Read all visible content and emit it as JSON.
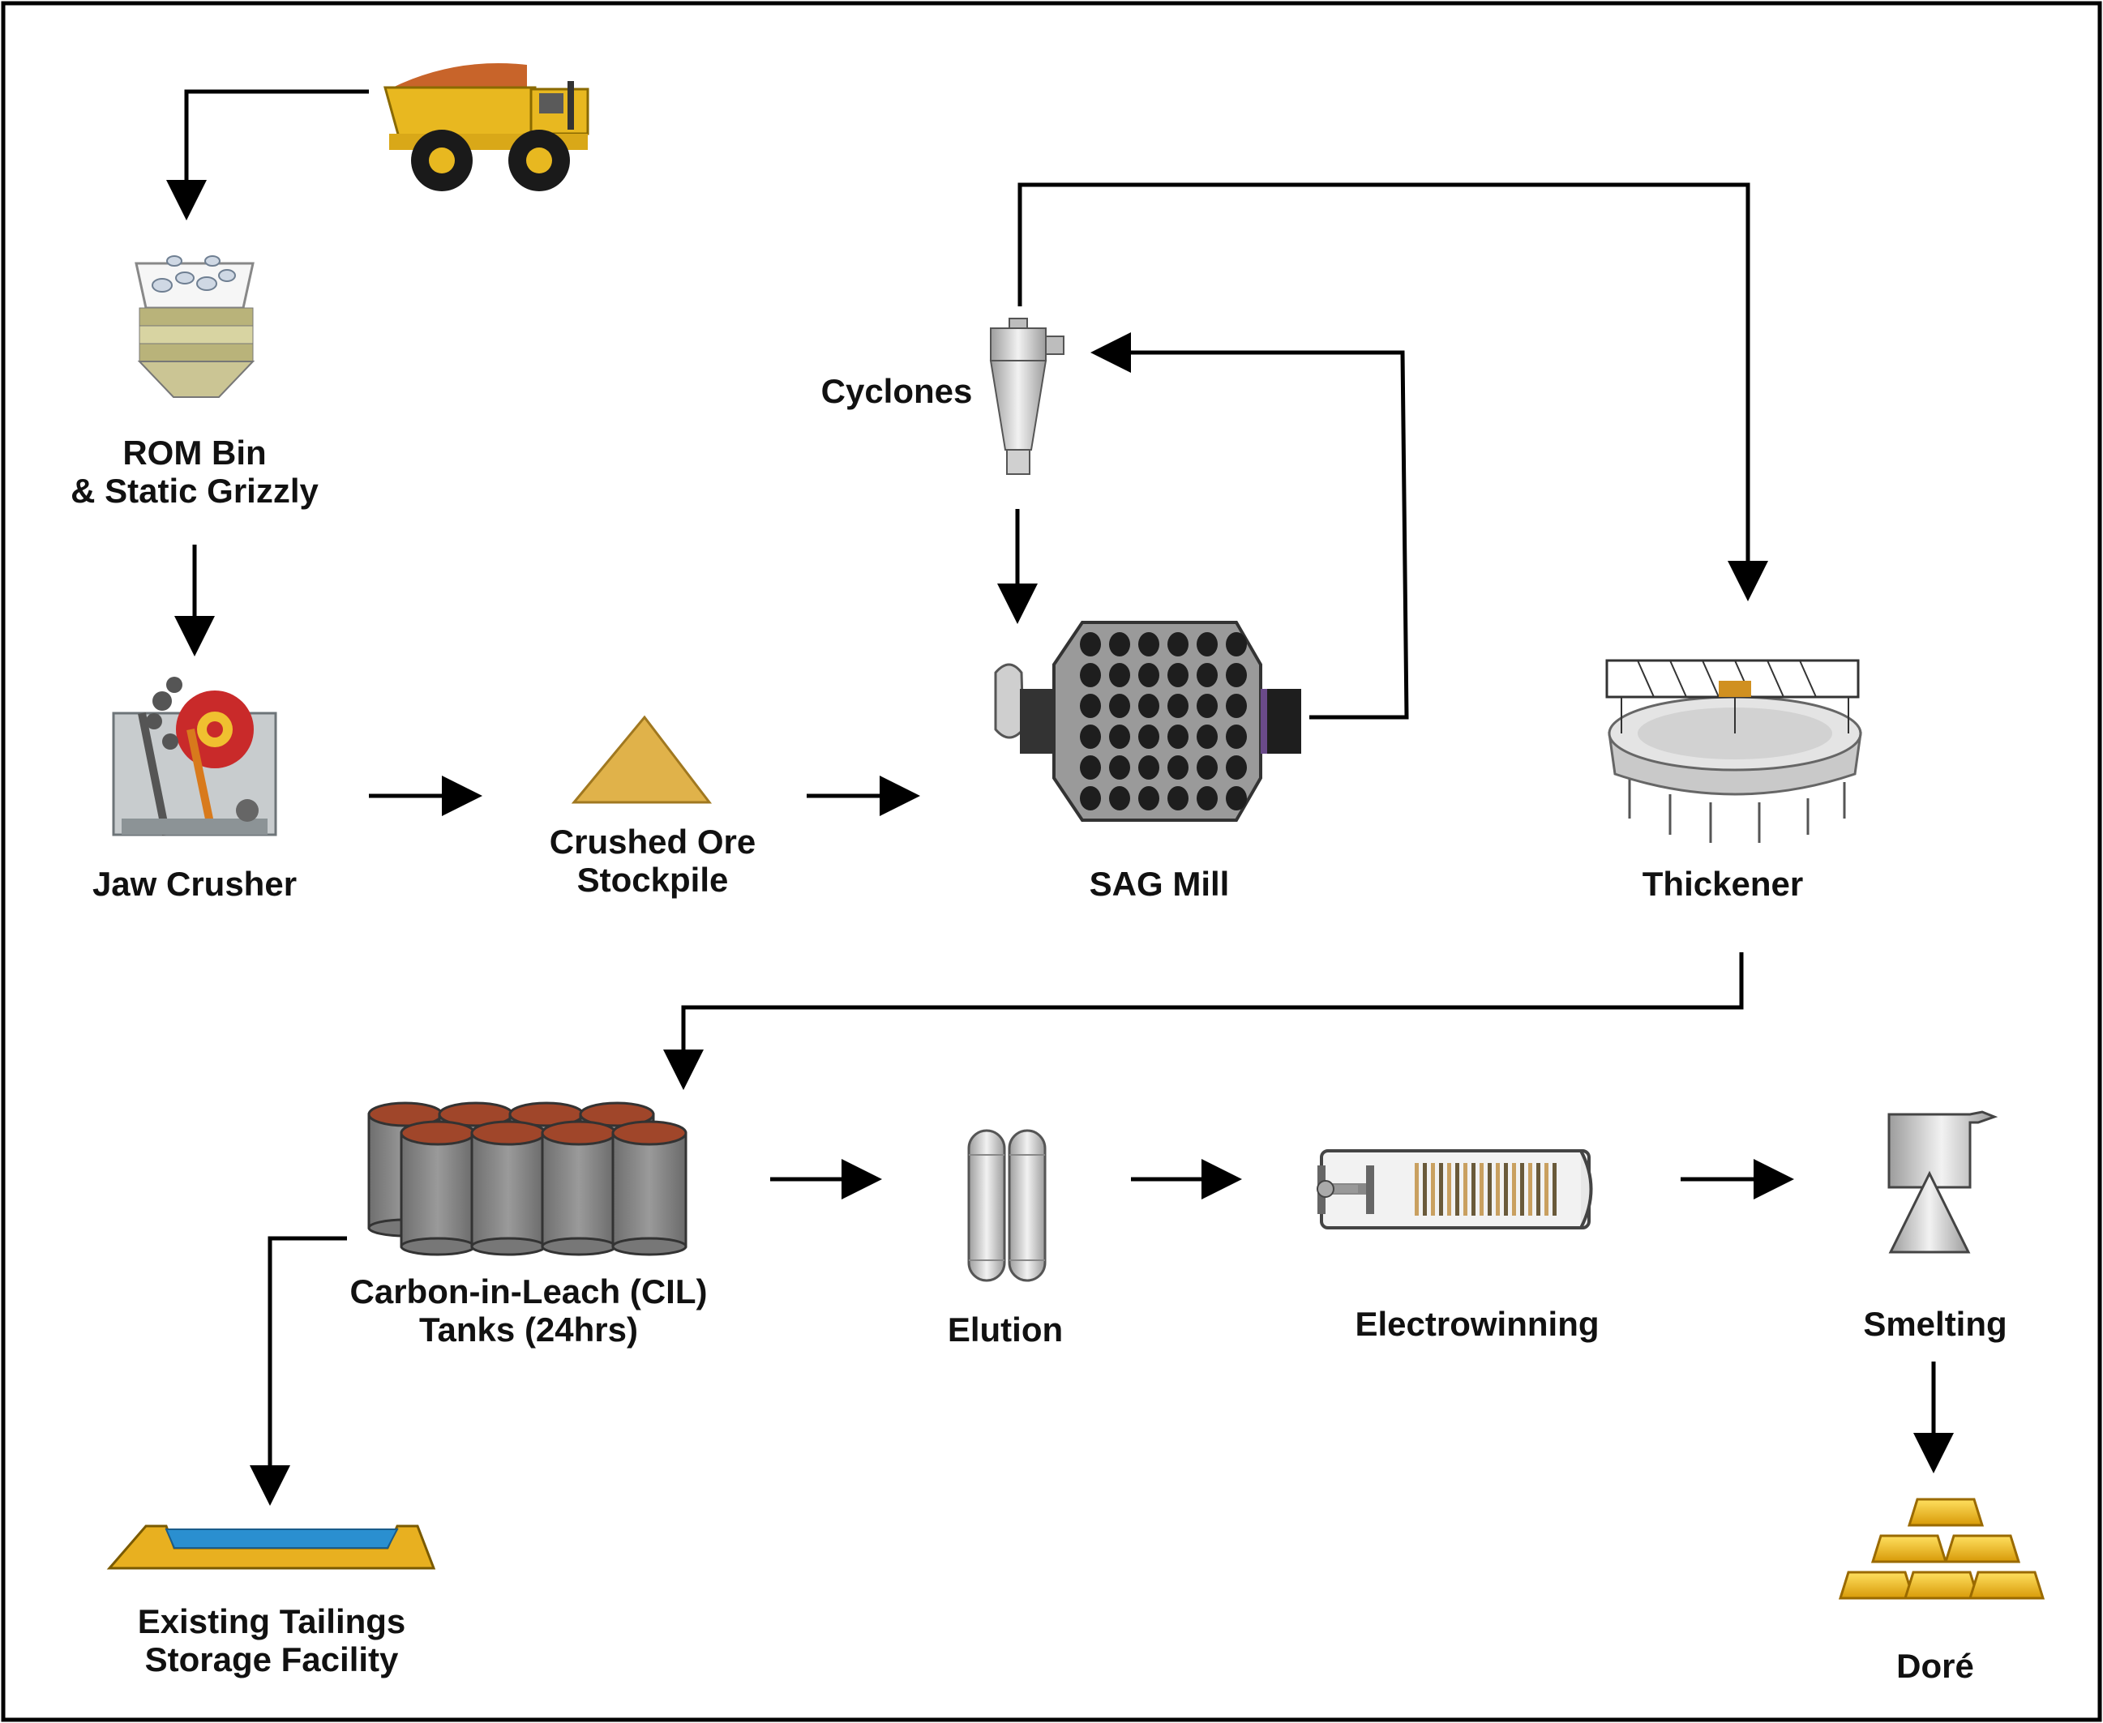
{
  "labels": {
    "rom_line1": "ROM Bin",
    "rom_line2": "& Static Grizzly",
    "jaw_crusher": "Jaw Crusher",
    "stockpile_line1": "Crushed Ore",
    "stockpile_line2": "Stockpile",
    "cyclones": "Cyclones",
    "sag_mill": "SAG Mill",
    "thickener": "Thickener",
    "cil_line1": "Carbon-in-Leach (CIL)",
    "cil_line2": "Tanks (24hrs)",
    "elution": "Elution",
    "electrowinning": "Electrowinning",
    "smelting": "Smelting",
    "tailings_line1": "Existing Tailings",
    "tailings_line2": "Storage Facility",
    "dore": "Doré"
  },
  "icons": {
    "truck": "haul-truck-icon",
    "rom_bin": "rom-bin-icon",
    "jaw_crusher": "jaw-crusher-icon",
    "stockpile": "ore-stockpile-icon",
    "cyclone": "cyclone-icon",
    "sag_mill": "sag-mill-icon",
    "thickener": "thickener-icon",
    "cil_tanks": "cil-tanks-icon",
    "elution": "elution-columns-icon",
    "electrowinning": "electrowinning-cell-icon",
    "smelting": "smelting-furnace-icon",
    "tailings": "tailings-dam-icon",
    "dore": "gold-bars-icon"
  },
  "colors": {
    "truck_yellow": "#e8b820",
    "ore_orange": "#c8642a",
    "sand_gold": "#e0b24a",
    "gold": "#f2c21c",
    "tank_grey": "#8a8a8a",
    "tank_rim": "#a0462a",
    "water_blue": "#2a8fd0",
    "steel": "#b8b8b8",
    "arrow": "#000000"
  }
}
